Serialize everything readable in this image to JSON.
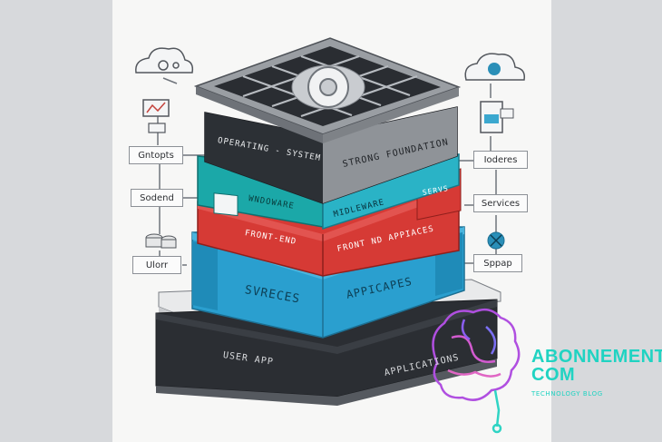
{
  "side_labels": {
    "left": [
      "Gntopts",
      "Sodend",
      "Ulorr"
    ],
    "right": [
      "Ioderes",
      "Services",
      "Sppap"
    ]
  },
  "layers": {
    "top_left": "OPERATING - SYSTEM",
    "top_right": "STRONG FOUNDATION",
    "teal_left": "WNDOWARE",
    "teal_right": "MIDLEWARE",
    "red_tab": "SERVS",
    "red_left": "FRONT-END",
    "red_right": "FRONT ND APPIACES",
    "blue_left": "SVRECES",
    "blue_right": "APPICAPES",
    "base_left": "USER APP",
    "base_right": "APPLICATIONS"
  },
  "watermark": {
    "name_line1": "ABONNEMENT",
    "name_line2": "COM",
    "tagline": "TECHNOLOGY BLOG"
  }
}
